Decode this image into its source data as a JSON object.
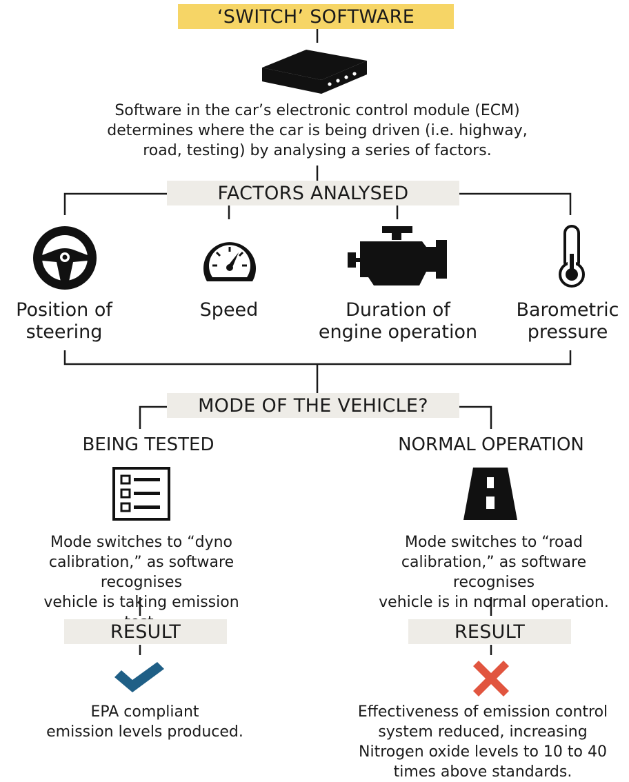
{
  "title": "‘SWITCH’ SOFTWARE",
  "intro": {
    "line1": "Software in the car’s electronic control module (ECM)",
    "line2": "determines where the car is being driven (i.e. highway,",
    "line3": "road, testing) by analysing a series of factors."
  },
  "factors": {
    "heading": "FACTORS ANALYSED",
    "items": [
      {
        "line1": "Position of",
        "line2": "steering",
        "icon": "steering-wheel-icon"
      },
      {
        "line1": "Speed",
        "line2": "",
        "icon": "speedometer-icon"
      },
      {
        "line1": "Duration of",
        "line2": "engine operation",
        "icon": "engine-icon"
      },
      {
        "line1": "Barometric",
        "line2": "pressure",
        "icon": "thermometer-icon"
      }
    ]
  },
  "mode": {
    "heading": "MODE OF THE VEHICLE?",
    "left": {
      "title": "BEING TESTED",
      "icon": "checklist-icon",
      "desc1": "Mode switches to “dyno",
      "desc2": "calibration,” as software recognises",
      "desc3": "vehicle is taking emission test.",
      "result_label": "RESULT",
      "result_icon": "check-mark-icon",
      "outcome1": "EPA compliant",
      "outcome2": "emission levels produced."
    },
    "right": {
      "title": "NORMAL OPERATION",
      "icon": "road-icon",
      "desc1": "Mode switches to “road",
      "desc2": "calibration,” as software recognises",
      "desc3": "vehicle is in normal operation.",
      "result_label": "RESULT",
      "result_icon": "cross-mark-icon",
      "outcome1": "Effectiveness of emission control",
      "outcome2": "system reduced, increasing",
      "outcome3": "Nitrogen oxide levels to 10 to 40",
      "outcome4": "times above standards."
    }
  },
  "colors": {
    "title_bg": "#f6d566",
    "tag_bg": "#eeece7",
    "check": "#1f5f86",
    "cross": "#e1553f"
  }
}
